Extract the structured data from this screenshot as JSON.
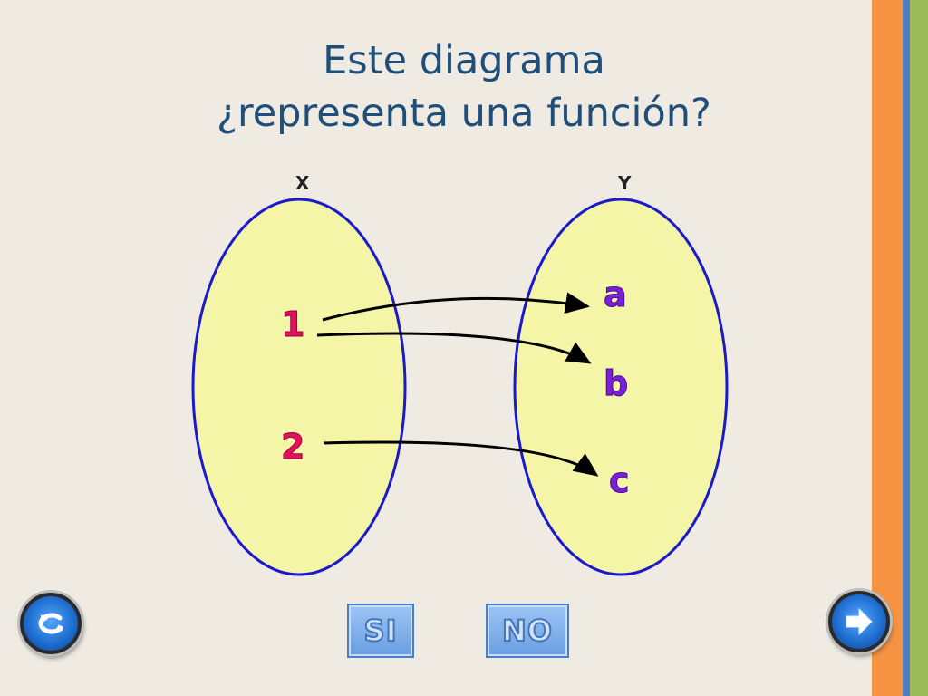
{
  "title": {
    "line1": "Este diagrama",
    "line2": "¿representa una función?"
  },
  "sets": {
    "x_label": "X",
    "y_label": "Y",
    "x_elements": [
      "1",
      "2"
    ],
    "y_elements": [
      "a",
      "b",
      "c"
    ]
  },
  "mapping": [
    {
      "from": "1",
      "to": "a"
    },
    {
      "from": "1",
      "to": "b"
    },
    {
      "from": "2",
      "to": "c"
    }
  ],
  "buttons": {
    "yes_label": "SI",
    "no_label": "NO",
    "back_icon": "return-arrow-icon",
    "next_icon": "right-arrow-icon"
  },
  "colors": {
    "ellipse_fill": "#f5f5a8",
    "ellipse_stroke": "#1a1acc",
    "x_element_color": "#e0115f",
    "y_element_color": "#7a1fd6",
    "arrow_color": "#000000"
  }
}
